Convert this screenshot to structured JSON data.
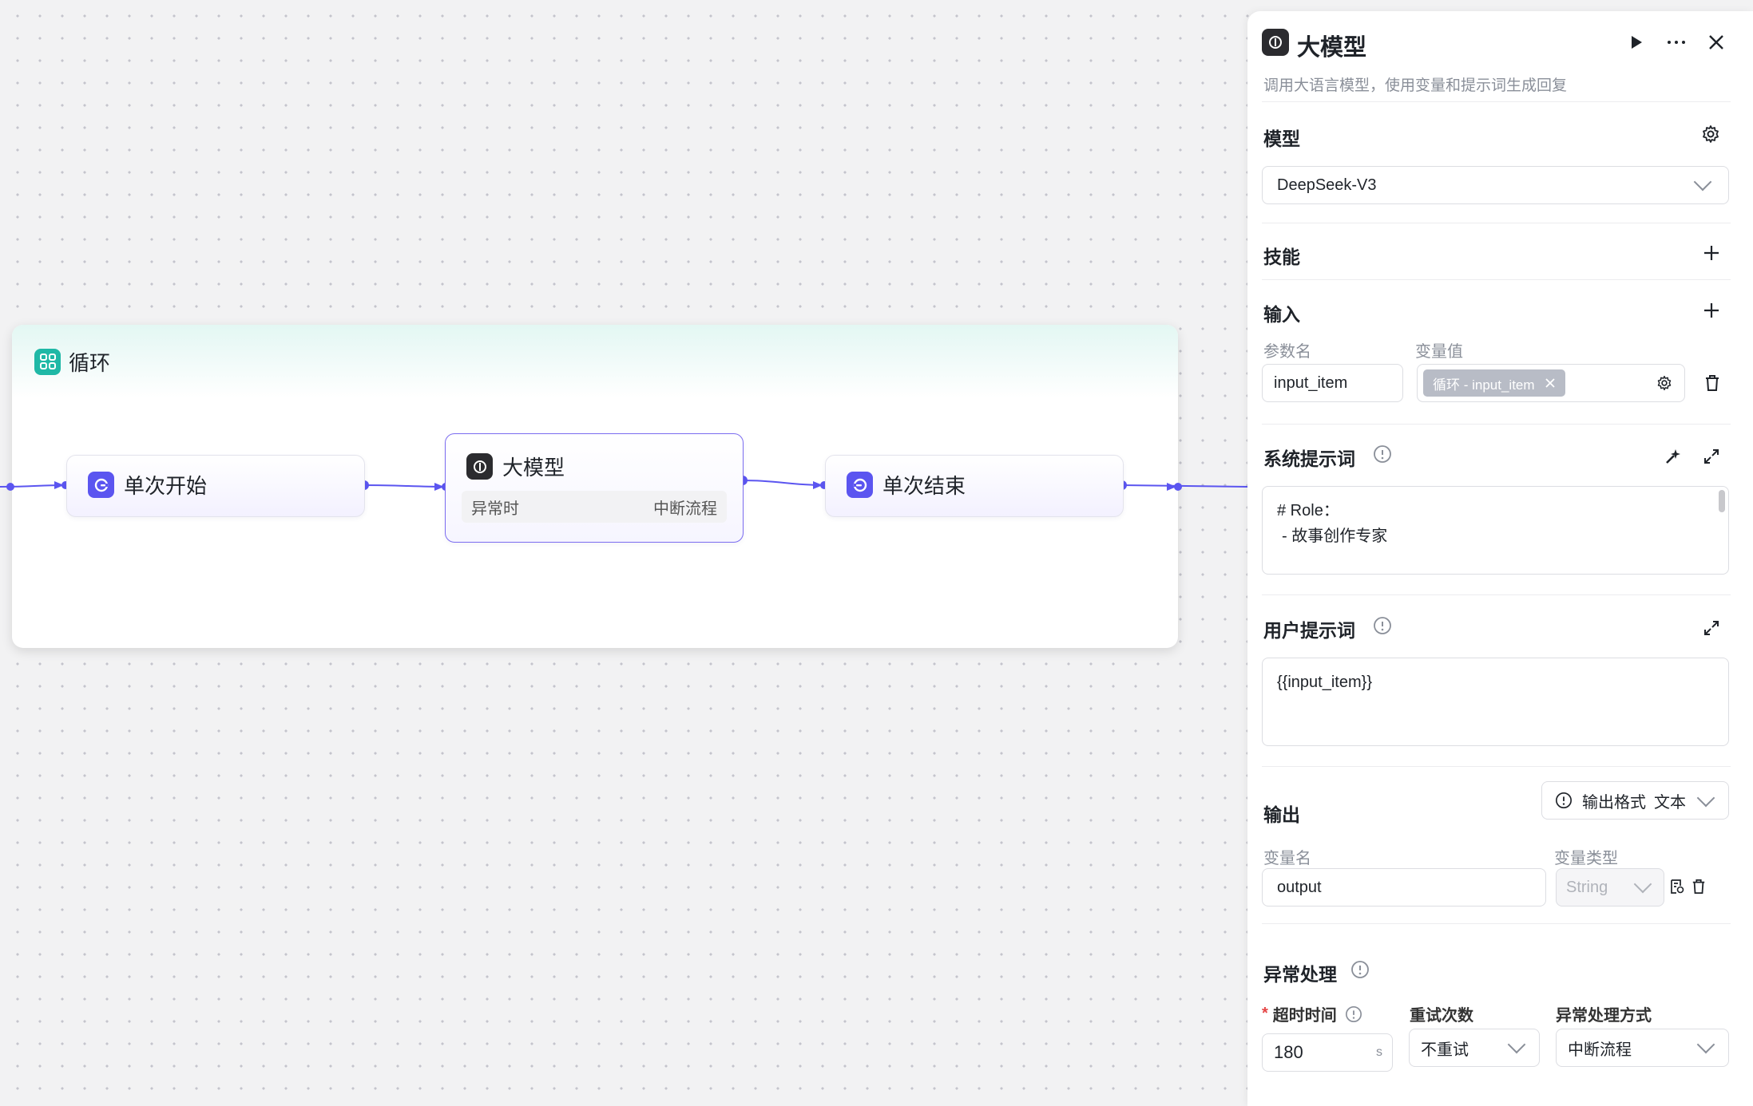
{
  "canvas": {
    "loop_group": {
      "title": "循环"
    },
    "nodes": [
      {
        "id": "start",
        "title": "单次开始"
      },
      {
        "id": "llm",
        "title": "大模型",
        "sub_left": "异常时",
        "sub_right": "中断流程"
      },
      {
        "id": "end",
        "title": "单次结束"
      }
    ]
  },
  "panel": {
    "title": "大模型",
    "description": "调用大语言模型，使用变量和提示词生成回复",
    "model": {
      "label": "模型",
      "selected": "DeepSeek-V3"
    },
    "skills": {
      "label": "技能"
    },
    "input": {
      "label": "输入",
      "col_name": "参数名",
      "col_value": "变量值",
      "param_name": "input_item",
      "var_tag": "循环 - input_item"
    },
    "system_prompt": {
      "label": "系统提示词",
      "lines": [
        "# Role：",
        "- 故事创作专家"
      ]
    },
    "user_prompt": {
      "label": "用户提示词",
      "value": "{{input_item}}"
    },
    "output": {
      "label": "输出",
      "format_label": "输出格式",
      "format_value": "文本",
      "col_name": "变量名",
      "col_type": "变量类型",
      "var_name": "output",
      "var_type": "String"
    },
    "exception": {
      "label": "异常处理",
      "timeout_label": "超时时间",
      "retry_label": "重试次数",
      "method_label": "异常处理方式",
      "timeout_value": "180",
      "timeout_unit": "s",
      "retry_value": "不重试",
      "method_value": "中断流程"
    }
  },
  "colors": {
    "accent": "#5b55f0",
    "loop_icon": "#1fb8a6",
    "llm_icon": "#2b2b2f"
  }
}
